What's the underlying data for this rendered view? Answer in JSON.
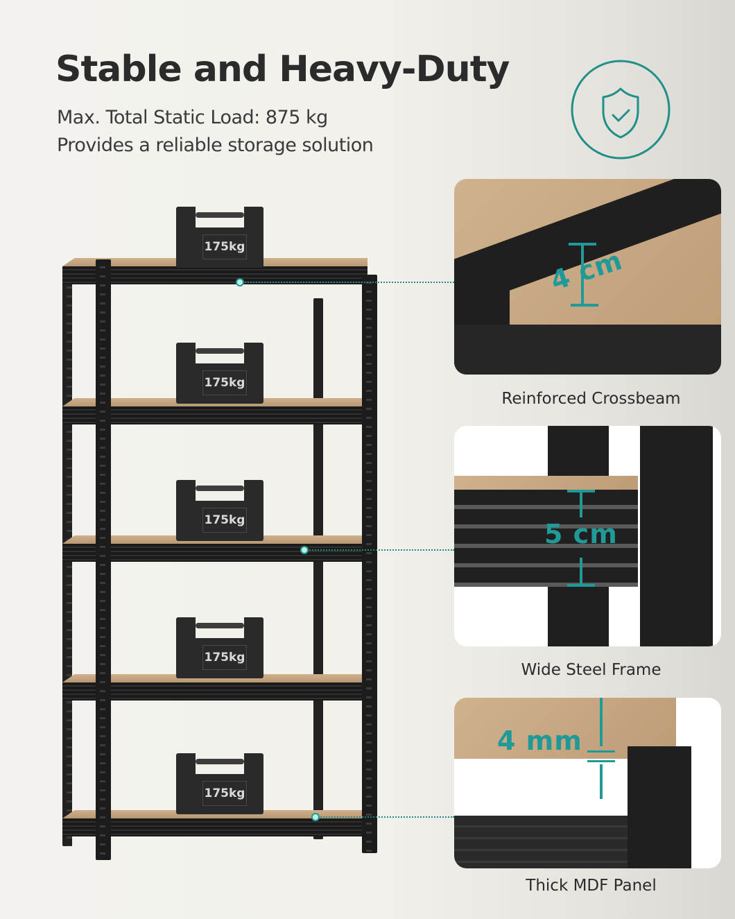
{
  "header": {
    "title": "Stable and Heavy-Duty",
    "subtitle_line1": "Max. Total Static Load: 875 kg",
    "subtitle_line2": "Provides a reliable storage solution"
  },
  "badge": {
    "icon": "shield-check-icon",
    "color": "#1f8f88"
  },
  "rack": {
    "shelves": 5,
    "weights": [
      {
        "label": "175kg"
      },
      {
        "label": "175kg"
      },
      {
        "label": "175kg"
      },
      {
        "label": "175kg"
      },
      {
        "label": "175kg"
      }
    ]
  },
  "features": [
    {
      "label": "Reinforced Crossbeam",
      "measure": "4 cm"
    },
    {
      "label": "Wide Steel Frame",
      "measure": "5 cm"
    },
    {
      "label": "Thick MDF Panel",
      "measure": "4 mm"
    }
  ],
  "colors": {
    "accent": "#1f9a98",
    "text": "#2b2b2b",
    "frame": "#1c1c1c",
    "mdf": "#c9a982"
  }
}
